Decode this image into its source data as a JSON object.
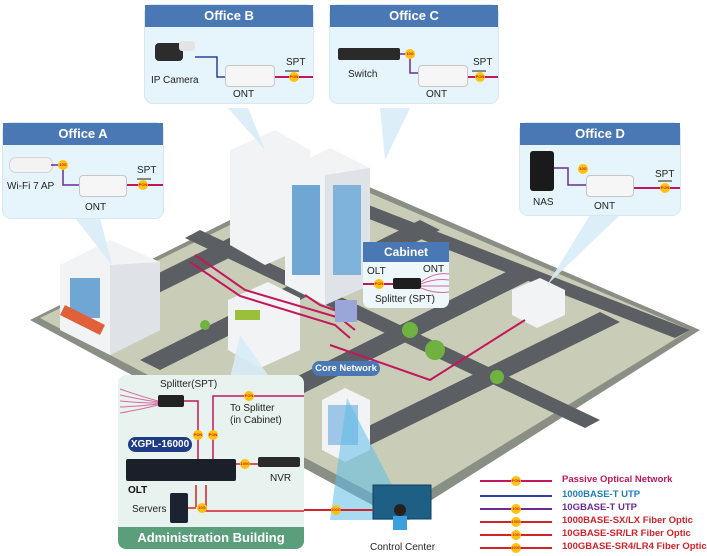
{
  "offices": {
    "a": {
      "title": "Office A",
      "device": "Wi-Fi 7 AP",
      "ont": "ONT",
      "spt": "SPT",
      "device_badge": "10G",
      "spt_badge": "PON"
    },
    "b": {
      "title": "Office B",
      "device": "IP Camera",
      "ont": "ONT",
      "spt": "SPT",
      "spt_badge": "PON"
    },
    "c": {
      "title": "Office C",
      "device": "Switch",
      "ont": "ONT",
      "spt": "SPT",
      "device_badge": "10G",
      "spt_badge": "PON"
    },
    "d": {
      "title": "Office D",
      "device": "NAS",
      "ont": "ONT",
      "spt": "SPT",
      "device_badge": "10G",
      "spt_badge": "PON"
    }
  },
  "cabinet": {
    "title": "Cabinet",
    "olt": "OLT",
    "ont": "ONT",
    "splitter": "Splitter (SPT)",
    "badge": "PON"
  },
  "core_network": {
    "label": "Core Network"
  },
  "admin_building": {
    "title": "Administration Building",
    "splitter": "Splitter(SPT)",
    "to_splitter_line1": "To Splitter",
    "to_splitter_line2": "(in Cabinet)",
    "model": "XGPL-16000",
    "olt": "OLT",
    "nvr": "NVR",
    "servers": "Servers",
    "badges": {
      "pon": "PON",
      "nvr": "1000",
      "servers": "10G",
      "control": "100G"
    }
  },
  "control_center": {
    "label": "Control Center"
  },
  "legend": [
    {
      "label": "Passive Optical Network",
      "line_color": "#c2185b",
      "text_color": "#c2185b",
      "badge": "PON"
    },
    {
      "label": "1000BASE-T UTP",
      "line_color": "#2b3e9a",
      "text_color": "#1e7cc0",
      "badge": ""
    },
    {
      "label": "10GBASE-T UTP",
      "line_color": "#6a2c91",
      "text_color": "#6a2c91",
      "badge": "10G"
    },
    {
      "label": "1000BASE-SX/LX Fiber Optic",
      "line_color": "#d2232a",
      "text_color": "#d2232a",
      "badge": "1000"
    },
    {
      "label": "10GBASE-SR/LR Fiber Optic",
      "line_color": "#d2232a",
      "text_color": "#d2232a",
      "badge": "10G"
    },
    {
      "label": "100GBASE-SR4/LR4 Fiber Optic",
      "line_color": "#d2232a",
      "text_color": "#d2232a",
      "badge": "100G"
    }
  ],
  "colors": {
    "office_header": "#4a78b5",
    "office_bg": "#e6f4fb",
    "admin_footer": "#5a9e7c",
    "pon_line": "#c2185b",
    "badge_fill": "#ffc20e"
  }
}
